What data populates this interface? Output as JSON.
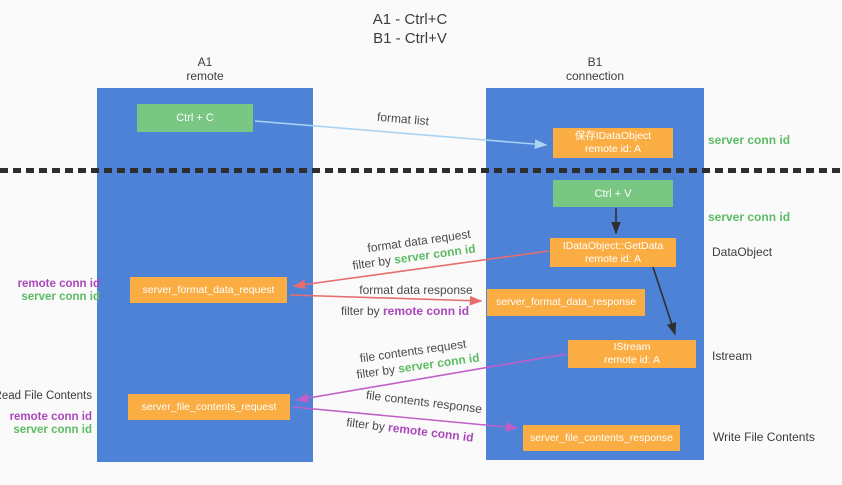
{
  "palette": {
    "background": "#fafafa",
    "column_blue": "#4d82d7",
    "node_green": "#79c783",
    "node_orange": "#f9ad43",
    "server_conn_green": "#5cbc64",
    "remote_conn_purple": "#ab47bc",
    "arrow_blue": "#a9d3f2",
    "arrow_red": "#e66e6e",
    "arrow_magenta": "#c05fc7",
    "arrow_black": "#2f2f2f",
    "text_dark": "#3b3b3b"
  },
  "title": {
    "line1": "A1 - Ctrl+C",
    "line2": "B1 - Ctrl+V"
  },
  "columns": {
    "a1": {
      "name": "A1",
      "subtitle": "remote"
    },
    "b1": {
      "name": "B1",
      "subtitle": "connection"
    }
  },
  "nodes": {
    "ctrl_c": {
      "label": "Ctrl + C"
    },
    "save_idataobject": {
      "line1": "保存IDataObject",
      "line2": "remote id: A"
    },
    "ctrl_v": {
      "label": "Ctrl + V"
    },
    "getdata": {
      "line1": "IDataObject::GetData",
      "line2": "remote id: A"
    },
    "format_request": {
      "label": "server_format_data_request"
    },
    "format_response": {
      "label": "server_format_data_response"
    },
    "istream": {
      "line1": "IStream",
      "line2": "remote id: A"
    },
    "file_request": {
      "label": "server_file_contents_request"
    },
    "file_response": {
      "label": "server_file_contents_response"
    }
  },
  "flow_labels": {
    "format_list": "format list",
    "format_data_request": "format data request",
    "format_data_response": "format data response",
    "file_contents_request": "file contents request",
    "file_contents_response": "file contents response",
    "filter_by": "filter by",
    "server_conn_id": "server conn id",
    "remote_conn_id": "remote conn id"
  },
  "side_labels": {
    "server_conn_id_top": "server conn id",
    "server_conn_id_mid": "server conn id",
    "dataobject": "DataObject",
    "istream": "Istream",
    "write_file_contents": "Write File Contents",
    "read_file_contents": "Read File Contents",
    "remote_conn_id": "remote conn id",
    "server_conn_id": "server conn id"
  }
}
